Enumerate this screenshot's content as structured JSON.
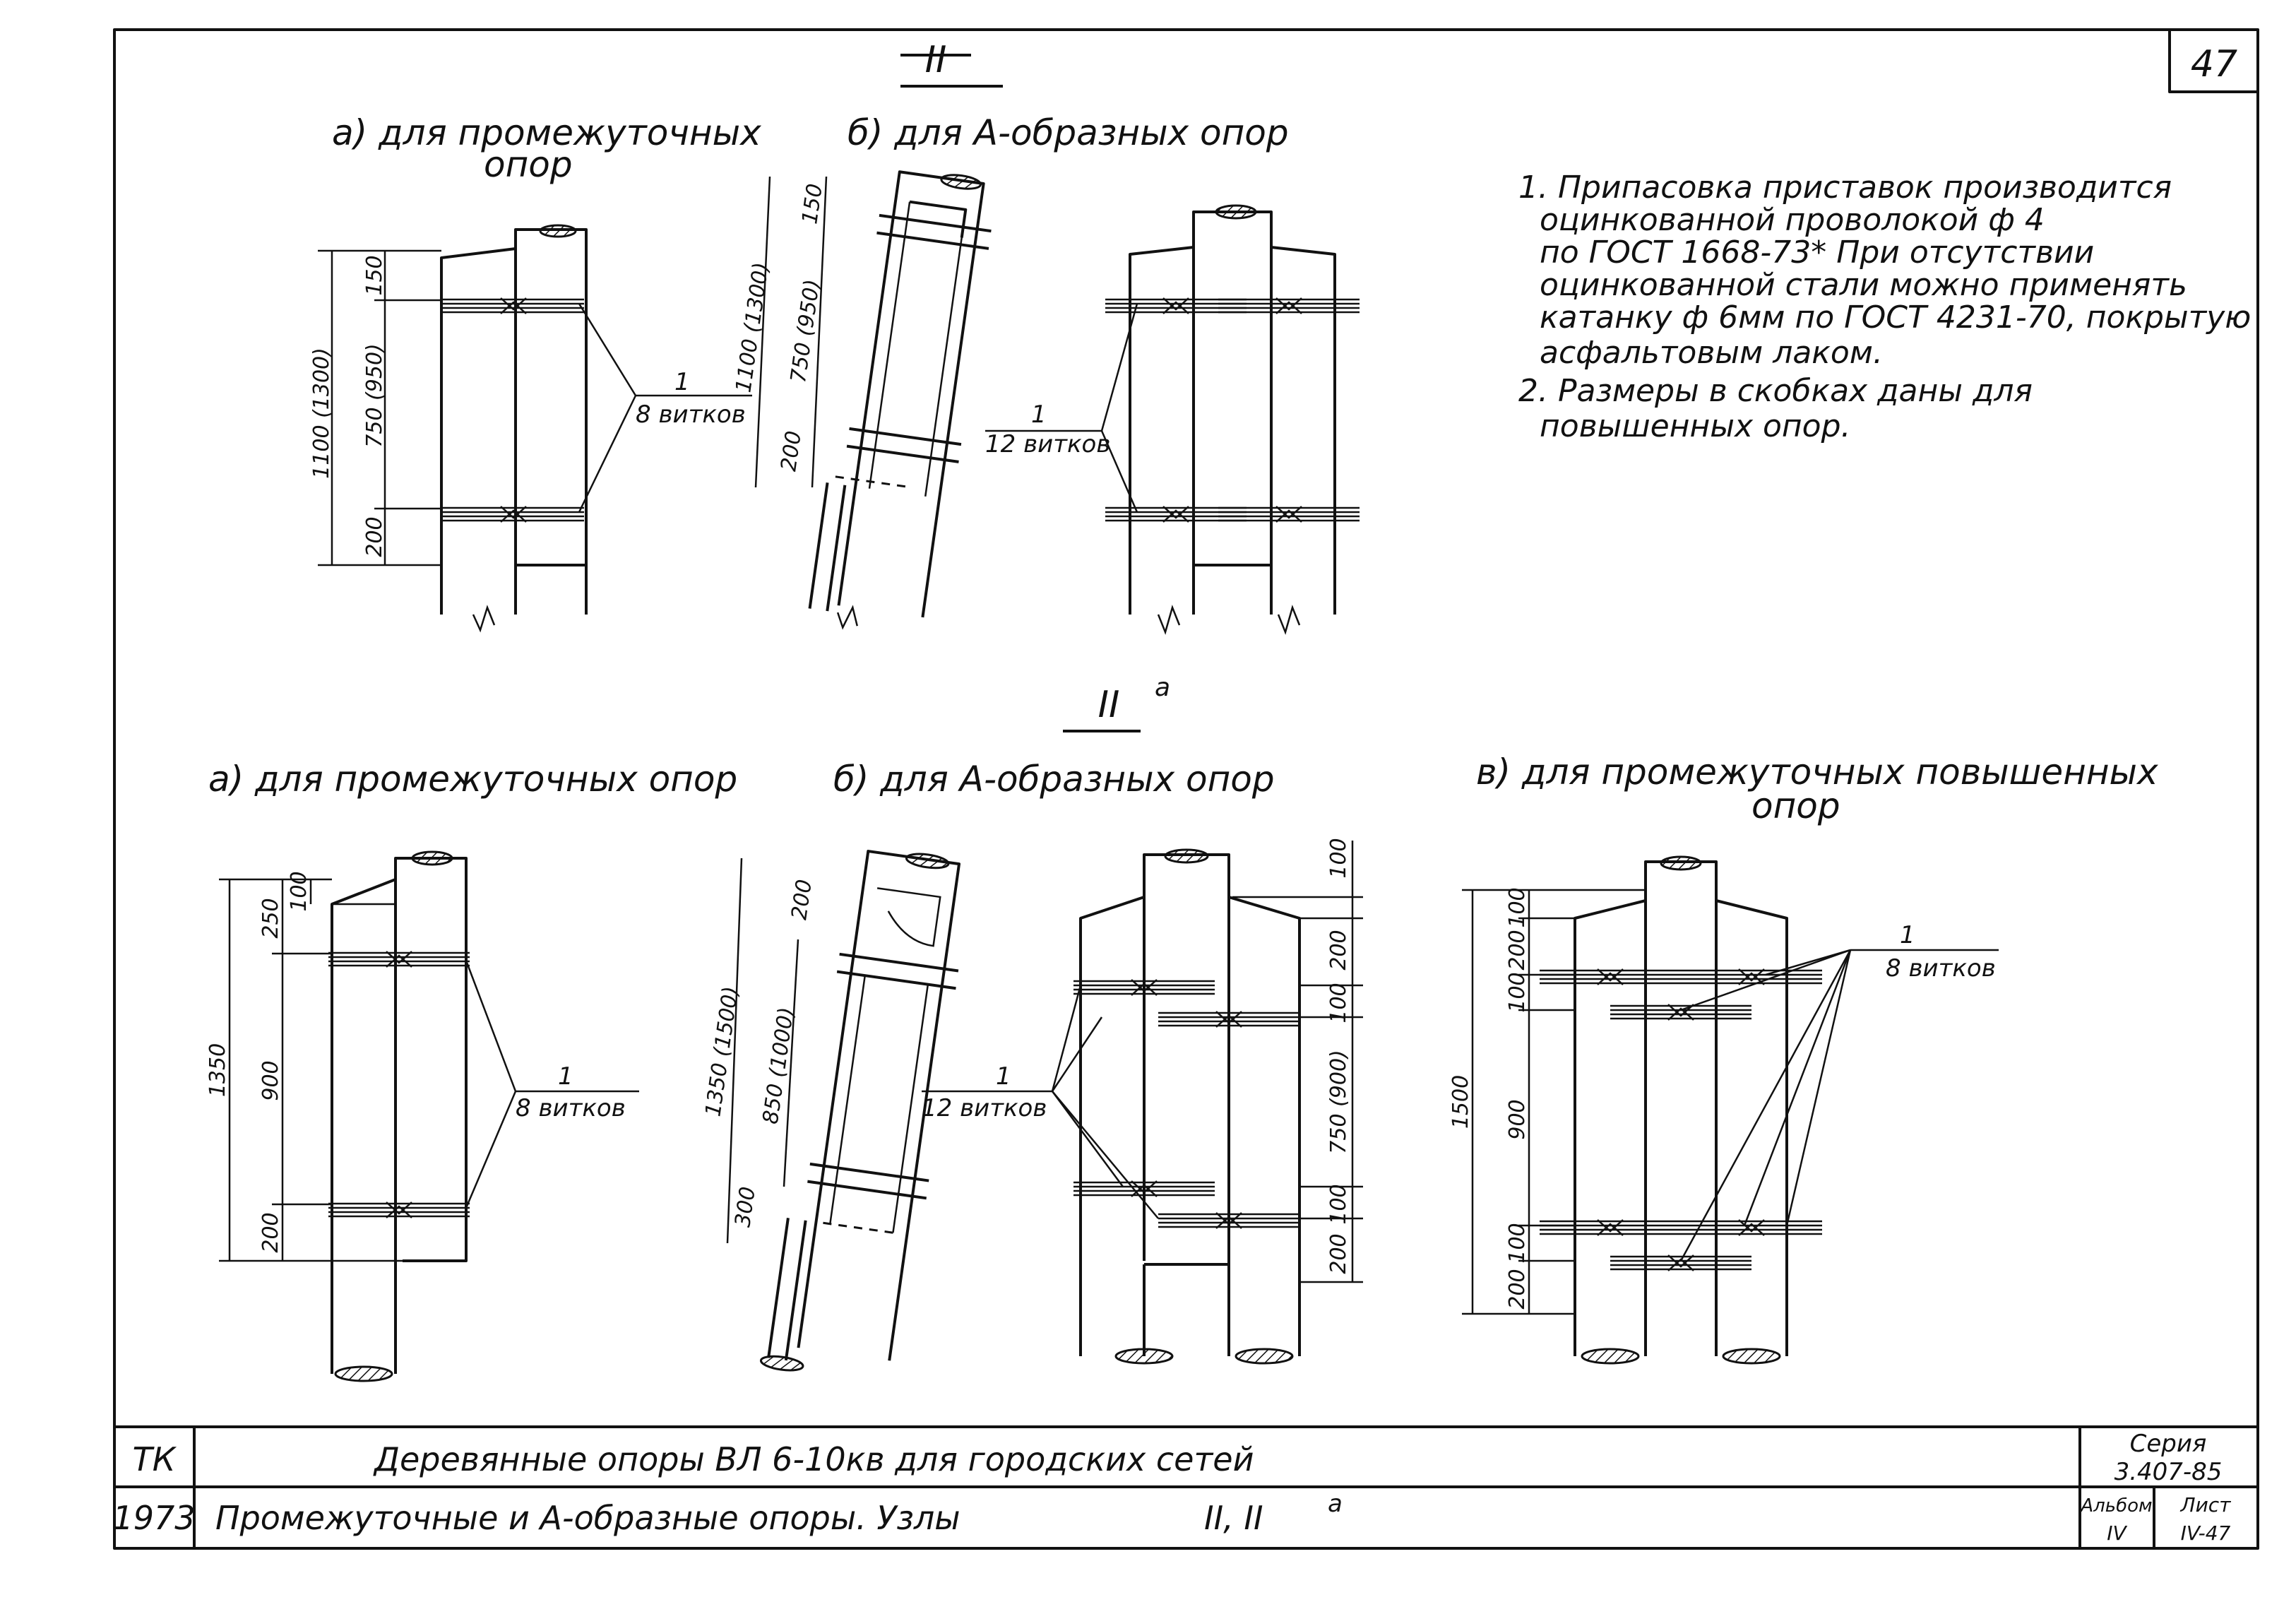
{
  "sheet_number": "47",
  "node_II": {
    "label": "II",
    "caption_a": [
      "а) для промежуточных",
      "опор"
    ],
    "caption_b": "б) для А-образных опор",
    "dims_a": [
      "1100 (1300)",
      "750 (950)",
      "150",
      "200"
    ],
    "dims_b": [
      "1100 (1300)",
      "750 (950)",
      "150",
      "200"
    ],
    "callout_a": {
      "num": "1",
      "text": "8 витков"
    },
    "callout_b": {
      "num": "1",
      "text": "12 витков"
    }
  },
  "notes": [
    "1. Припасовка приставок производится",
    "оцинкованной проволокой ф 4",
    "по ГОСТ 1668-73* При отсутствии",
    "оцинкованной стали можно применять",
    "катанку ф 6мм по ГОСТ 4231-70, покрытую",
    "асфальтовым лаком.",
    "2. Размеры в скобках даны для",
    "повышенных опор."
  ],
  "node_IIa": {
    "label": "II",
    "sup": "а",
    "caption_a": "а) для промежуточных опор",
    "caption_b": "б) для А-образных опор",
    "caption_c": [
      "в) для промежуточных повышенных",
      "опор"
    ],
    "dims_a": [
      "1350",
      "900",
      "250",
      "100",
      "200"
    ],
    "dims_b": [
      "1350 (1500)",
      "850 (1000)",
      "200",
      "300"
    ],
    "dims_b_right": [
      "100",
      "200",
      "100",
      "750 (900)",
      "100",
      "200"
    ],
    "dims_c": [
      "1500",
      "900",
      "100",
      "200",
      "100",
      "100",
      "200"
    ],
    "callout_a": {
      "num": "1",
      "text": "8 витков"
    },
    "callout_b": {
      "num": "1",
      "text": "12 витков"
    },
    "callout_c": {
      "num": "1",
      "text": "8 витков"
    }
  },
  "title_block": {
    "org": "ТК",
    "year": "1973",
    "title_main": "Деревянные опоры ВЛ 6-10кв для городских сетей",
    "title_sub": "Промежуточные и А-образные опоры. Узлы",
    "nodes_ref": "II, II",
    "nodes_sup": "а",
    "series_label": "Серия",
    "series_value": "3.407-85",
    "album_label": "Альбом",
    "album_value": "IV",
    "sheet_label": "Лист",
    "sheet_value": "IV-47"
  }
}
